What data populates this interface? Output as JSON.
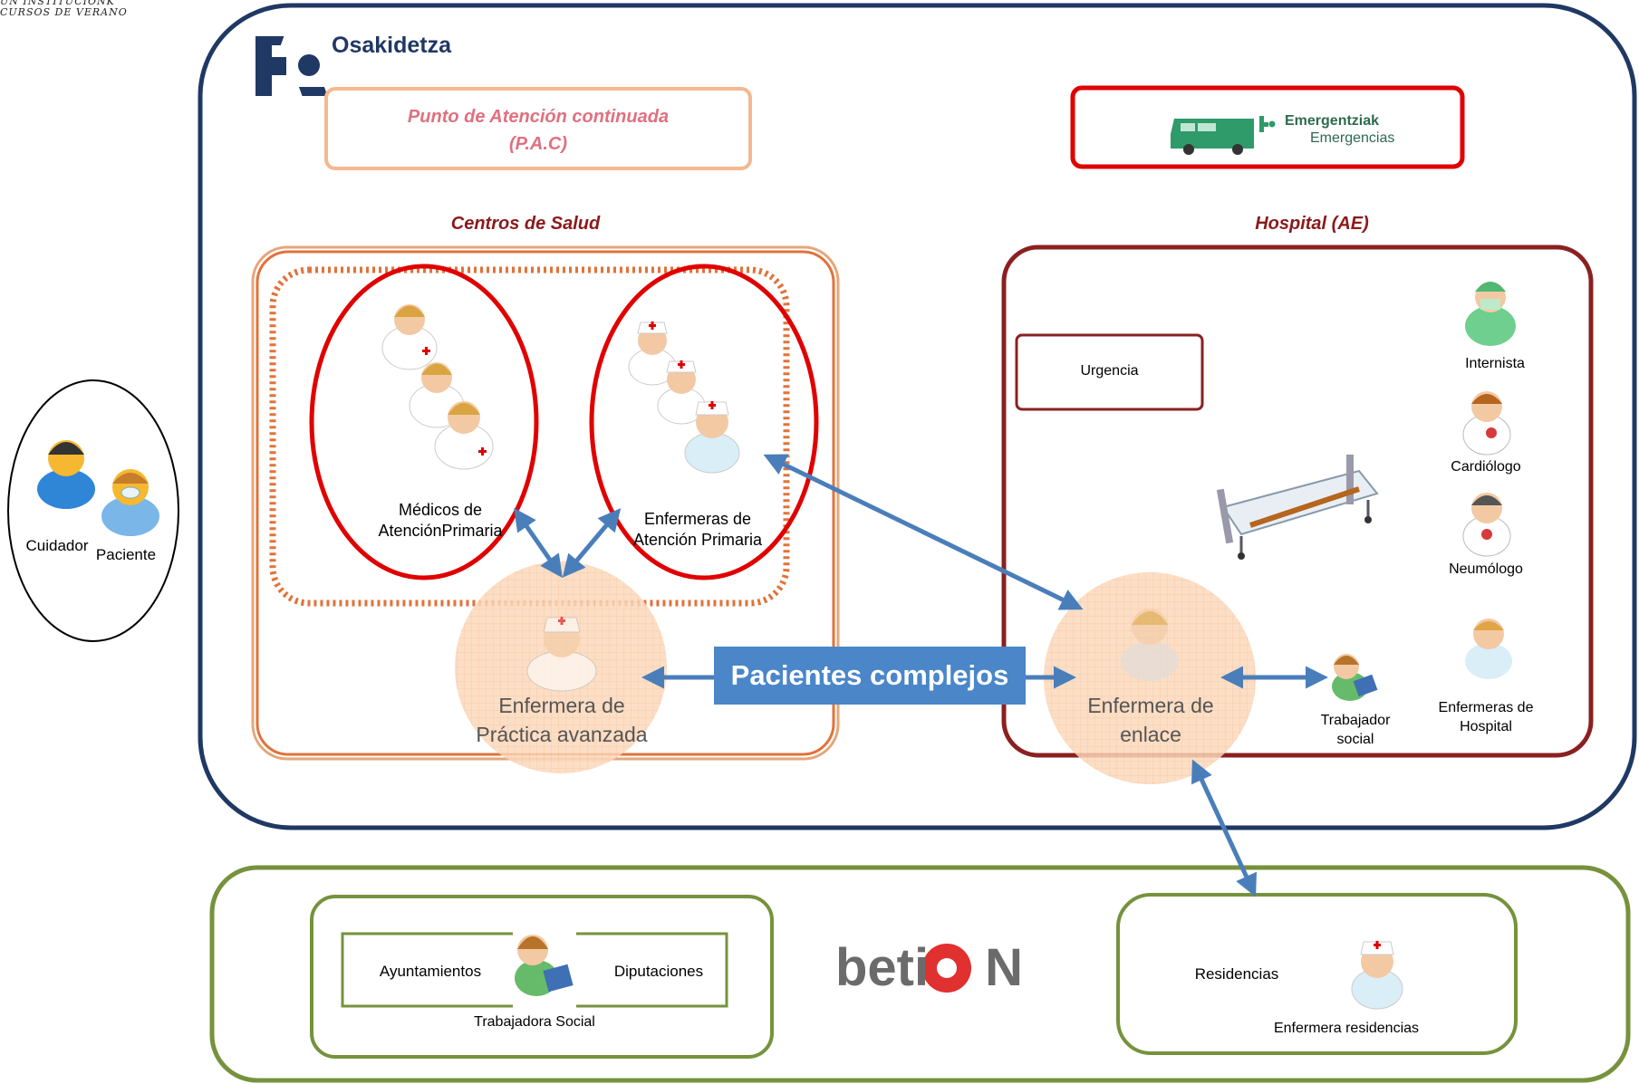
{
  "corner_handwriting": [
    "UN INSTITUCIÓNK",
    "CURSOS DE VERANO"
  ],
  "brand": {
    "name": "Osakidetza"
  },
  "pac": {
    "line1": "Punto de Atención continuada",
    "line2": "(P.A.C)"
  },
  "emergencias": {
    "line1": "Emergentziak",
    "line2": "Emergencias"
  },
  "centros": {
    "title": "Centros de Salud"
  },
  "hospital": {
    "title": "Hospital (AE)"
  },
  "patient_group": {
    "cuidador": "Cuidador",
    "paciente": "Paciente"
  },
  "medicos": {
    "line1": "Médicos de",
    "line2": "AtenciónPrimaria"
  },
  "enfermeras_ap": {
    "line1": "Enfermeras de",
    "line2": "Atención Primaria"
  },
  "epa": {
    "line1": "Enfermera de",
    "line2": "Práctica avanzada"
  },
  "banner": {
    "text": "Pacientes complejos",
    "color": "#4a86c8"
  },
  "enlace": {
    "line1": "Enfermera de",
    "line2": "enlace"
  },
  "urgencia": {
    "text": "Urgencia"
  },
  "hospital_staff": {
    "internista": "Internista",
    "cardiologo": "Cardiólogo",
    "neumologo": "Neumólogo",
    "enfermeras_hospital_1": "Enfermeras de",
    "enfermeras_hospital_2": "Hospital"
  },
  "trabajador_social": {
    "line1": "Trabajador",
    "line2": "social"
  },
  "social": {
    "ayuntamientos": "Ayuntamientos",
    "diputaciones": "Diputaciones",
    "trabajadora": "Trabajadora Social"
  },
  "betion": {
    "part1": "beti",
    "part2": "N"
  },
  "residencias": {
    "label": "Residencias",
    "nurse": "Enfermera residencias"
  },
  "colors": {
    "navy": "#1f3864",
    "green": "#76923c",
    "red": "#e00000",
    "dark_red": "#8b2020",
    "orange": "#e0733a",
    "peach": "#fbd6b8",
    "arrow": "#4a7ebb"
  }
}
